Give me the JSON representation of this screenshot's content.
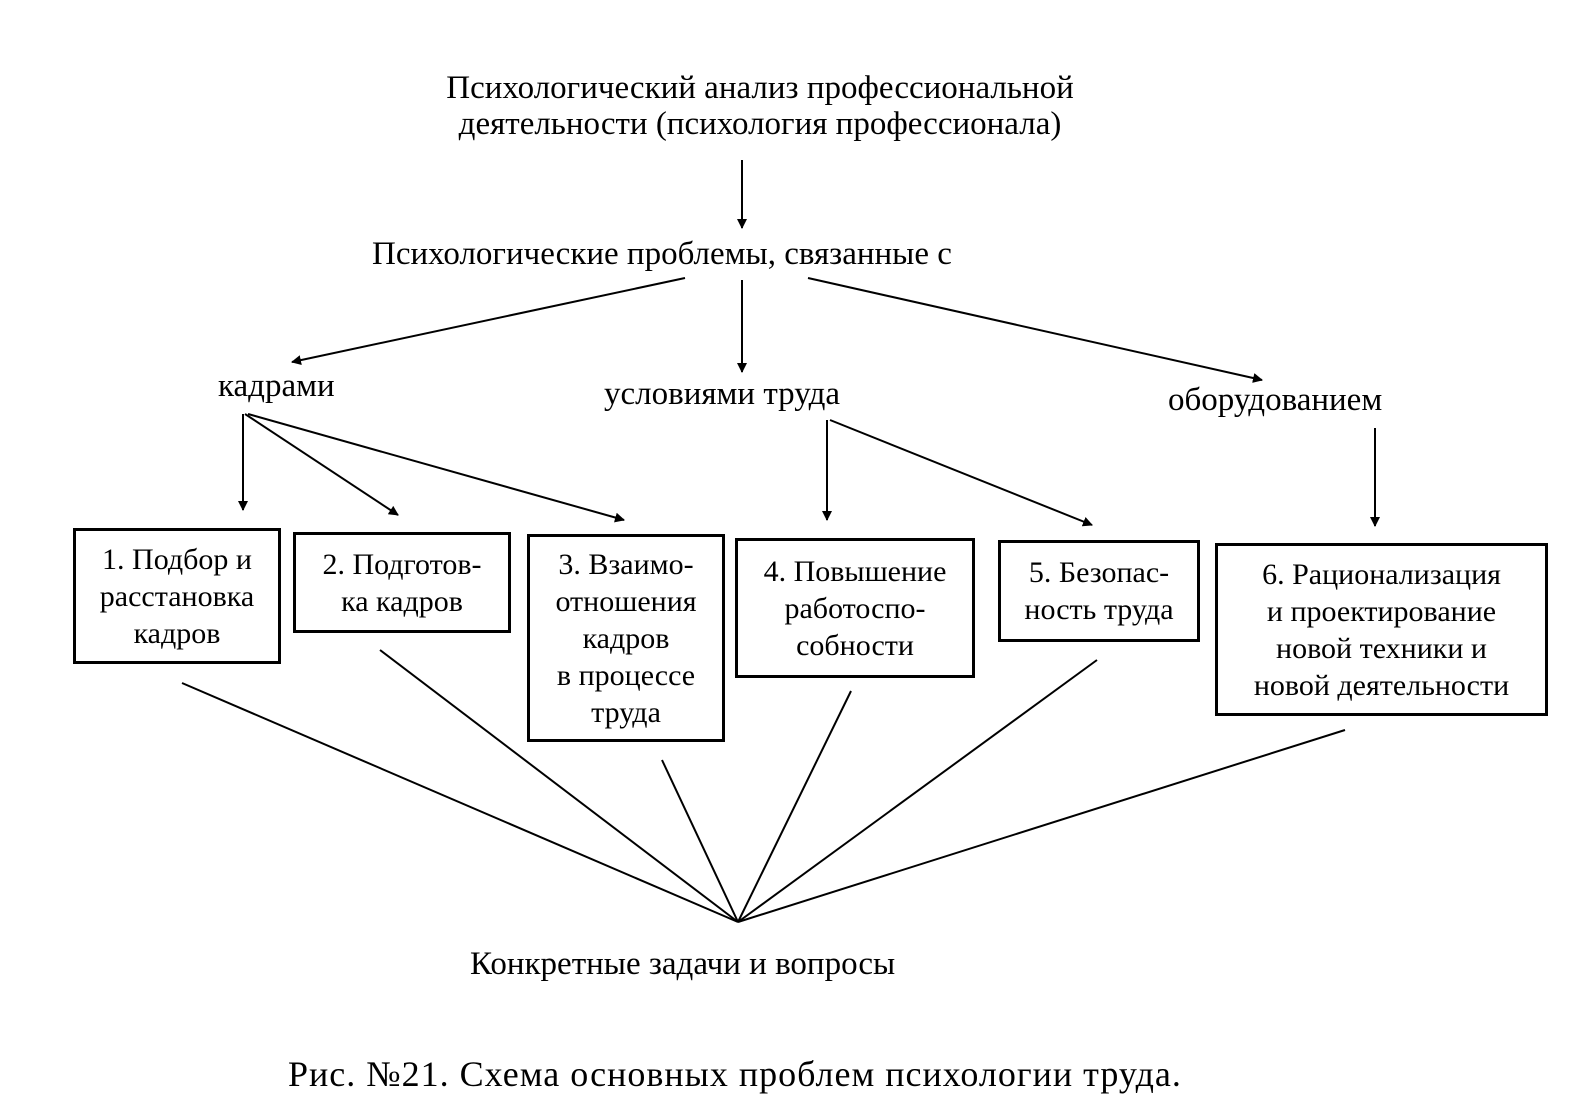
{
  "diagram": {
    "top": {
      "line1": "Психологический анализ профессиональной",
      "line2": "деятельности (психология профессионала)"
    },
    "middle": "Психологические проблемы, связанные с",
    "categories": [
      "кадрами",
      "условиями труда",
      "оборудованием"
    ],
    "boxes": [
      {
        "lines": [
          "1. Подбор и",
          "расстановка",
          "кадров"
        ]
      },
      {
        "lines": [
          "2. Подготов-",
          "ка  кадров"
        ]
      },
      {
        "lines": [
          "3. Взаимо-",
          "отношения",
          "кадров",
          "в процессе",
          "труда"
        ]
      },
      {
        "lines": [
          "4. Повышение",
          "работоспо-",
          "собности"
        ]
      },
      {
        "lines": [
          "5. Безопас-",
          "ность труда"
        ]
      },
      {
        "lines": [
          "6. Рационализация",
          "и проектирование",
          "новой техники и",
          "новой деятельности"
        ]
      }
    ],
    "bottom": "Конкретные задачи и вопросы",
    "caption": "Рис. №21. Схема основных проблем психологии труда."
  }
}
